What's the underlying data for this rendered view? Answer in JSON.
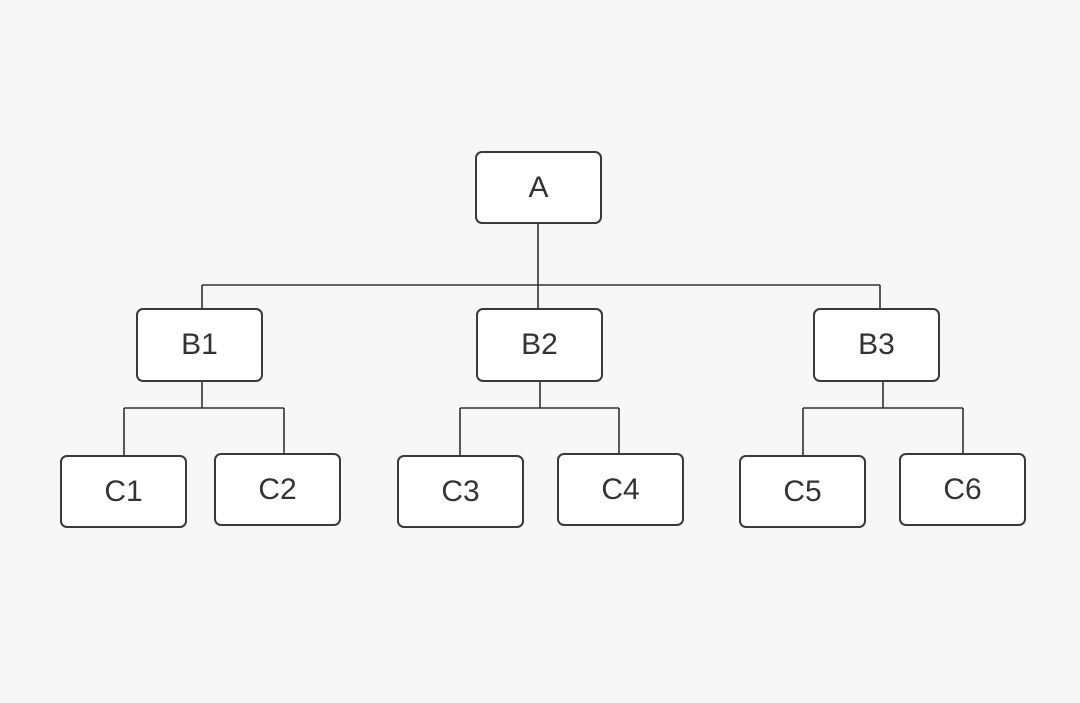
{
  "diagram": {
    "type": "tree",
    "colors": {
      "background": "#f7f7f7",
      "node_fill": "#ffffff",
      "node_border": "#3a3a3a",
      "text": "#333333",
      "connector": "#333333"
    },
    "root": {
      "label": "A"
    },
    "level1": [
      {
        "label": "B1"
      },
      {
        "label": "B2"
      },
      {
        "label": "B3"
      }
    ],
    "level2": [
      {
        "label": "C1",
        "parent": "B1"
      },
      {
        "label": "C2",
        "parent": "B1"
      },
      {
        "label": "C3",
        "parent": "B2"
      },
      {
        "label": "C4",
        "parent": "B2"
      },
      {
        "label": "C5",
        "parent": "B3"
      },
      {
        "label": "C6",
        "parent": "B3"
      }
    ]
  }
}
